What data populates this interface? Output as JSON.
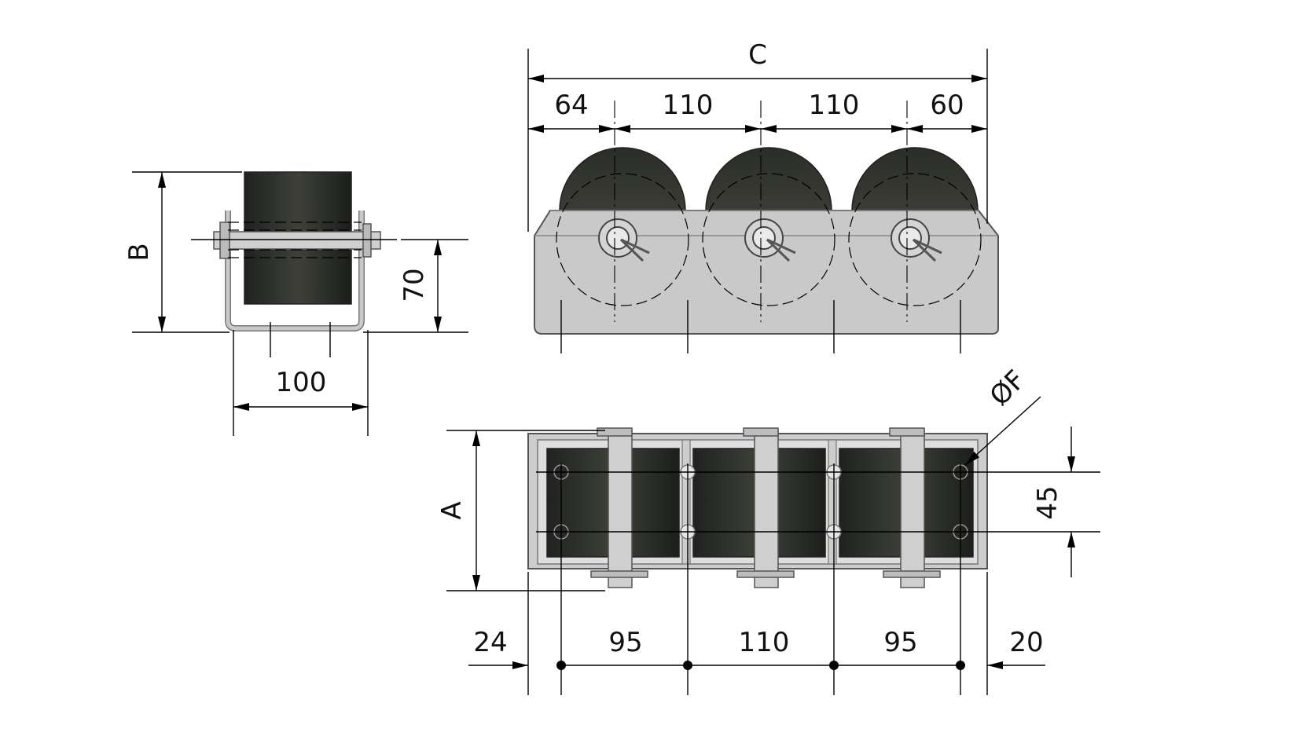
{
  "drawing": {
    "dimensions": {
      "side_view": {
        "height_label": "B",
        "axle_height": "70",
        "width": "100"
      },
      "front_view": {
        "overall_length_label": "C",
        "spacing": [
          "64",
          "110",
          "110",
          "60"
        ]
      },
      "top_view": {
        "width_label": "A",
        "hole_label": "ØF",
        "hole_spacing": "45",
        "offset_left": "24",
        "spacing": [
          "95",
          "110",
          "95"
        ],
        "offset_right": "20"
      }
    }
  }
}
